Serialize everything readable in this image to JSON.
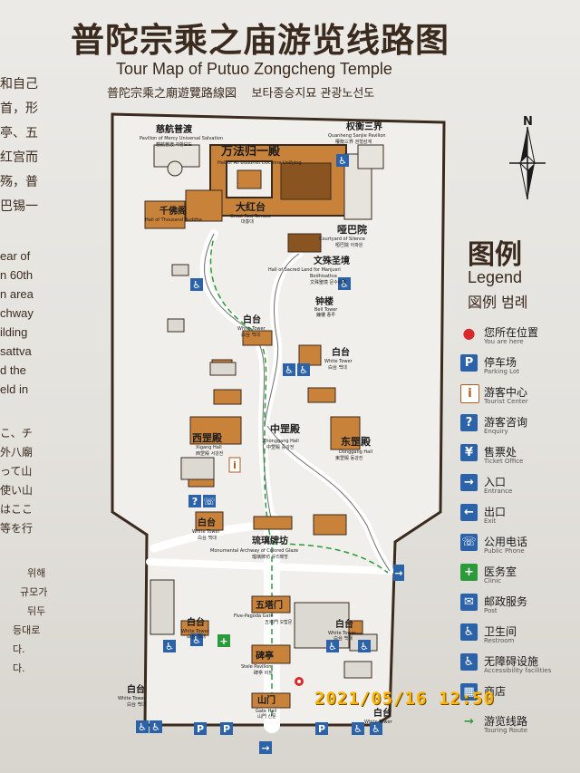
{
  "title": {
    "chinese": "普陀宗乘之庙游览线路图",
    "english": "Tour Map of  Putuo Zongcheng Temple",
    "traditional": "普陀宗乘之廟遊覽路線図",
    "korean": "보타종승지묘 관광노선도"
  },
  "left_text": {
    "cn": [
      "和自己",
      "首，形",
      "亭、五",
      "红宫而",
      "殇，普",
      "巴锡一"
    ],
    "en": [
      "ear of",
      "n 60th",
      "n area",
      "chway",
      "ilding",
      "sattva",
      "d the",
      "eld in"
    ],
    "jp": [
      "こ、チ",
      "外八廟",
      "って山",
      "使い山",
      "",
      "はここ",
      "等を行"
    ],
    "kr": [
      "위해",
      "규모가",
      "뒤두",
      "등대로",
      "다.",
      "",
      "다."
    ]
  },
  "places": {
    "wanfa": "万法归一殿",
    "wanfa_en": "Hall of All Buddhist Doctrine Unifying",
    "dahongtai": "大红台",
    "dahongtai_en": "Great Red Terrace",
    "dahongtai_kr": "대홍대",
    "cihang": "慈航普渡",
    "cihang_en": "Pavilion of Mercy Universal Salvation",
    "cihang_sub": "慈航普渡  자항보도",
    "quanheng": "权衡三界",
    "quanheng_en": "Quanheng Sanjie Pavilion",
    "quanheng_sub": "權衡三界  권형삼계",
    "qianfo": "千佛阁",
    "qianfo_en": "Hall of Thousand Buddha",
    "yaba": "哑巴院",
    "yaba_en": "Courtyard of Silence",
    "yaba_sub": "啞巴院  아파원",
    "wenshu": "文殊圣境",
    "wenshu_en": "Hall of Sacred Land for Manjusri",
    "wenshu_en2": "Bodhisattva",
    "wenshu_sub": "文殊聖境  문수성경",
    "zhonglou": "钟楼",
    "zhonglou_en": "Bell Tower",
    "zhonglou_sub": "鐘樓  종루",
    "baitai": "白台",
    "baitai_en": "White Tower",
    "baitai_sub": "白台  백대",
    "xigang": "西罡殿",
    "xigang_en": "Xigang Hall",
    "xigang_sub": "西罡殿  서강전",
    "zhonggang": "中罡殿",
    "zhonggang_en": "Zhonggang Hall",
    "zhonggang_sub": "中罡殿  중강전",
    "donggang": "东罡殿",
    "donggang_en": "Donggang Hall",
    "donggang_sub": "東罡殿  동강전",
    "liuli": "琉璃牌坊",
    "liuli_en": "Monumental Archway of Colored Glaze",
    "liuli_sub": "瑠璃牌坊  유리패방",
    "wuta": "五塔门",
    "wuta_en": "Five-Pagoda Gate",
    "wuta_sub": "五塔門  오탑문",
    "beiting": "碑亭",
    "beiting_en": "Stele Pavilion",
    "beiting_sub": "碑亭  비정",
    "shanmen": "山门",
    "shanmen_en": "Gate Hall",
    "shanmen_sub": "山門  산문"
  },
  "compass": {
    "label": "N"
  },
  "legend": {
    "title": "图例",
    "english": "Legend",
    "sub": "図例  범례",
    "items": [
      {
        "icon": "location-icon",
        "glyph": "●",
        "color": "#d8282a",
        "label": "您所在位置",
        "sub": "You are here"
      },
      {
        "icon": "parking-icon",
        "glyph": "P",
        "color": "#2c63a8",
        "label": "停车场",
        "sub": "Parking Lot"
      },
      {
        "icon": "info-icon",
        "glyph": "i",
        "color": "#b05a1e",
        "label": "游客中心",
        "sub": "Tourist Center"
      },
      {
        "icon": "question-icon",
        "glyph": "?",
        "color": "#2c63a8",
        "label": "游客咨询",
        "sub": "Enquiry"
      },
      {
        "icon": "ticket-icon",
        "glyph": "¥",
        "color": "#2c63a8",
        "label": "售票处",
        "sub": "Ticket Office"
      },
      {
        "icon": "entrance-icon",
        "glyph": "→",
        "color": "#2c63a8",
        "label": "入口",
        "sub": "Entrance"
      },
      {
        "icon": "exit-icon",
        "glyph": "←",
        "color": "#2c63a8",
        "label": "出口",
        "sub": "Exit"
      },
      {
        "icon": "phone-icon",
        "glyph": "☏",
        "color": "#2c63a8",
        "label": "公用电话",
        "sub": "Public Phone"
      },
      {
        "icon": "clinic-icon",
        "glyph": "+",
        "color": "#2a9a3a",
        "label": "医务室",
        "sub": "Clinic"
      },
      {
        "icon": "post-icon",
        "glyph": "✉",
        "color": "#2c63a8",
        "label": "邮政服务",
        "sub": "Post"
      },
      {
        "icon": "restroom-icon",
        "glyph": "♿",
        "color": "#2c63a8",
        "label": "卫生间",
        "sub": "Restroom"
      },
      {
        "icon": "accessible-icon",
        "glyph": "♿",
        "color": "#2c63a8",
        "label": "无障碍设施",
        "sub": "Accessibility facilities"
      },
      {
        "icon": "shop-icon",
        "glyph": "▦",
        "color": "#2c63a8",
        "label": "商店",
        "sub": ""
      },
      {
        "icon": "route-icon",
        "glyph": "→",
        "color": "#2a9a3a",
        "label": "游览线路",
        "sub": "Touring Route"
      }
    ]
  },
  "timestamp": "2021/05/16  12:50",
  "colors": {
    "building": "#c8823a",
    "building_dark": "#8a5420",
    "road": "#ffffff",
    "route": "#2a9a3a",
    "outline": "#3b2a1e"
  }
}
